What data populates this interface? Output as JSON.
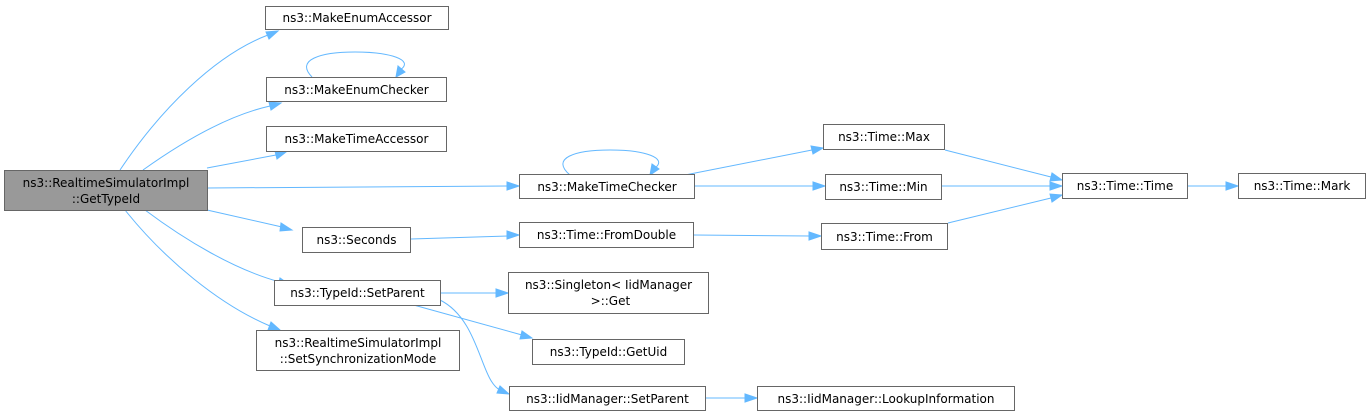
{
  "colors": {
    "edge": "#63b8ff",
    "node_border": "#666666",
    "root_fill": "#999999",
    "node_fill": "#ffffff"
  },
  "nodes": {
    "root": {
      "line1": "ns3::RealtimeSimulatorImpl",
      "line2": "::GetTypeId"
    },
    "make_enum_accessor": {
      "line1": "ns3::MakeEnumAccessor"
    },
    "make_enum_checker": {
      "line1": "ns3::MakeEnumChecker"
    },
    "make_time_accessor": {
      "line1": "ns3::MakeTimeAccessor"
    },
    "make_time_checker": {
      "line1": "ns3::MakeTimeChecker"
    },
    "seconds": {
      "line1": "ns3::Seconds"
    },
    "typeid_set_parent": {
      "line1": "ns3::TypeId::SetParent"
    },
    "set_sync_mode": {
      "line1": "ns3::RealtimeSimulatorImpl",
      "line2": "::SetSynchronizationMode"
    },
    "time_max": {
      "line1": "ns3::Time::Max"
    },
    "time_min": {
      "line1": "ns3::Time::Min"
    },
    "time_from_double": {
      "line1": "ns3::Time::FromDouble"
    },
    "time_from": {
      "line1": "ns3::Time::From"
    },
    "time_time": {
      "line1": "ns3::Time::Time"
    },
    "time_mark": {
      "line1": "ns3::Time::Mark"
    },
    "singleton_get": {
      "line1": "ns3::Singleton< IidManager",
      "line2": " >::Get"
    },
    "typeid_get_uid": {
      "line1": "ns3::TypeId::GetUid"
    },
    "iid_set_parent": {
      "line1": "ns3::IidManager::SetParent"
    },
    "iid_lookup": {
      "line1": "ns3::IidManager::LookupInformation"
    }
  }
}
